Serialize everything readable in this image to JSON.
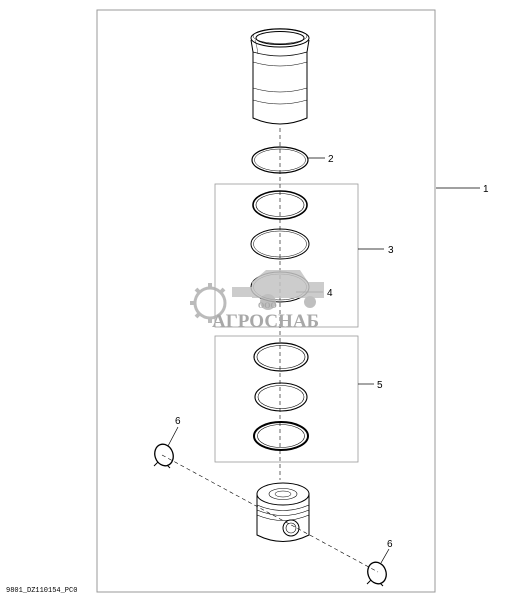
{
  "callouts": {
    "c1": "1",
    "c2": "2",
    "c3": "3",
    "c4": "4",
    "c5": "5",
    "c6_top": "6",
    "c6_bottom": "6"
  },
  "figure_ref": "9801_DZ110154_PC0",
  "watermark": {
    "prefix": "ООО",
    "name": "АГРОСНАБ"
  },
  "colors": {
    "line": "#000000",
    "frame": "#999999",
    "watermark": "#b0b0b0",
    "watermark_text": "#a8a8a8"
  }
}
